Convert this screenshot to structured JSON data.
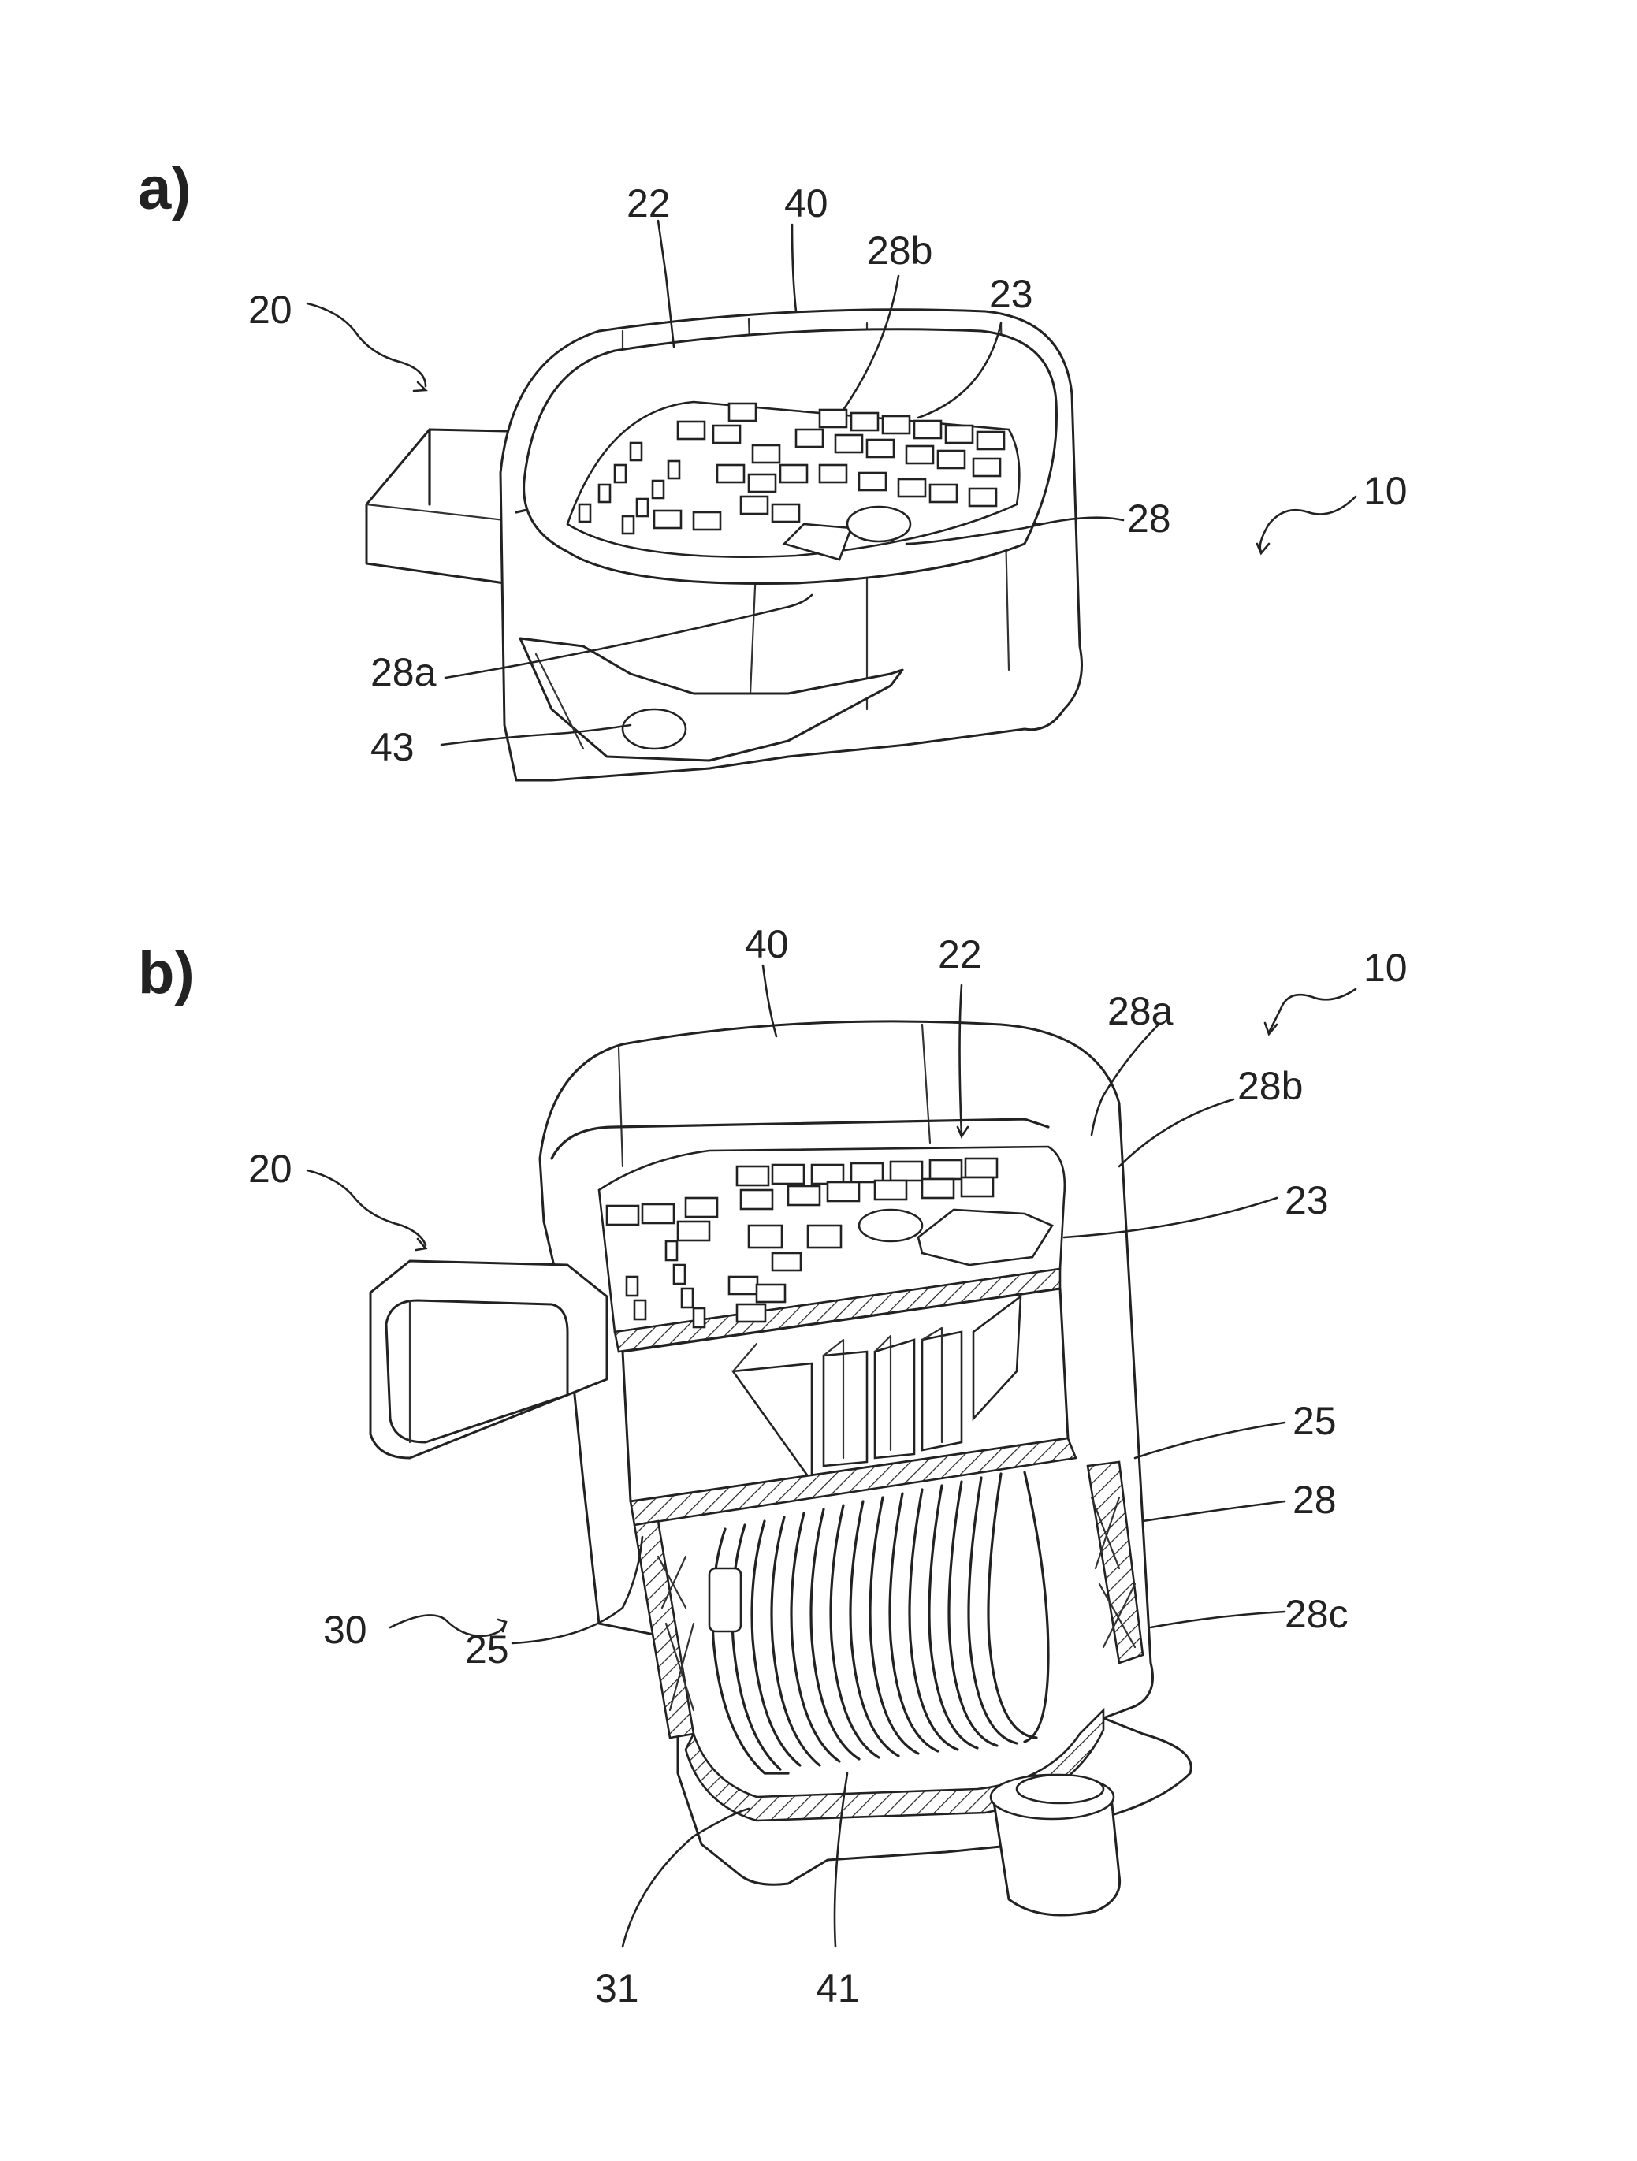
{
  "figure": {
    "panels": [
      {
        "id": "a",
        "label": "a)",
        "refs": [
          "20",
          "22",
          "40",
          "28b",
          "23",
          "10",
          "28",
          "28a",
          "43"
        ]
      },
      {
        "id": "b",
        "label": "b)",
        "refs": [
          "40",
          "22",
          "10",
          "28a",
          "28b",
          "20",
          "23",
          "25",
          "25",
          "28",
          "30",
          "28c",
          "31",
          "41"
        ]
      }
    ]
  },
  "icons": {
    "leader-arrow": "wavy-arrow-icon"
  }
}
